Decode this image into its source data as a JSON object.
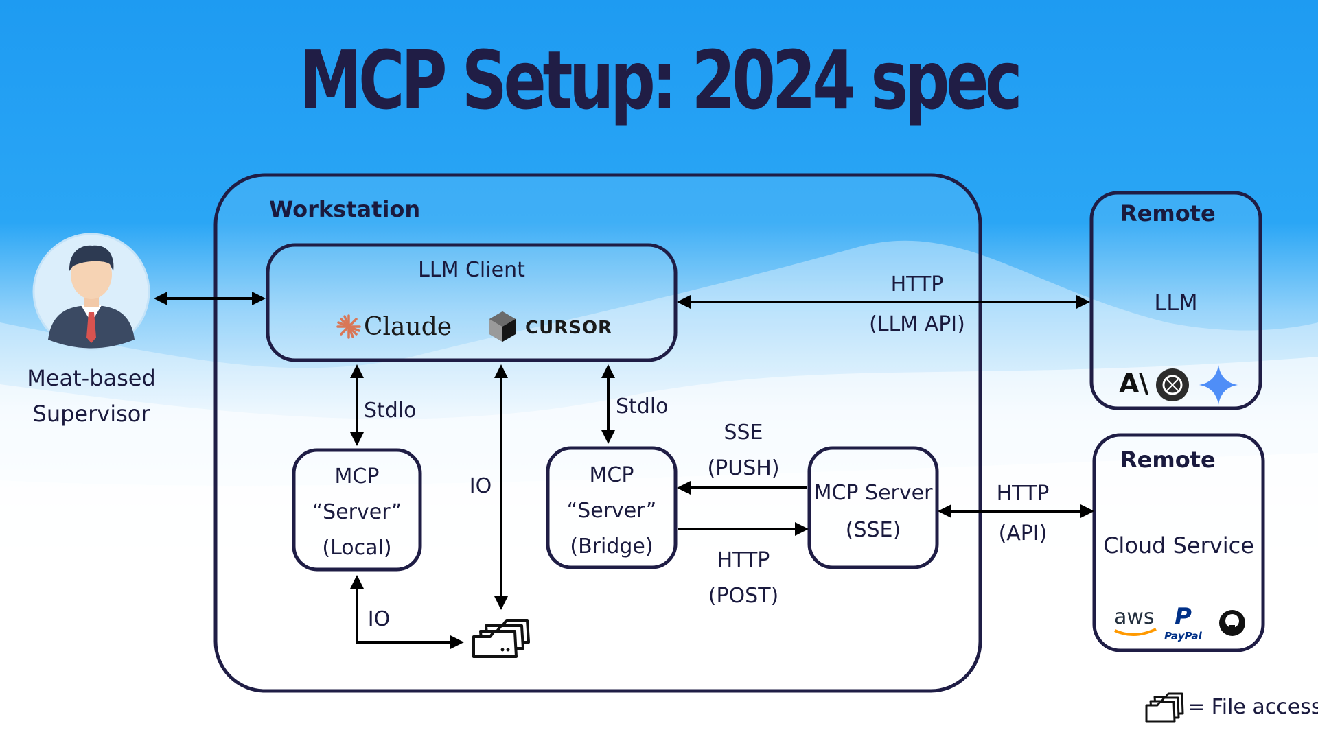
{
  "title": "MCP Setup: 2024 spec",
  "supervisor": {
    "line1": "Meat-based",
    "line2": "Supervisor"
  },
  "workstation": {
    "label": "Workstation",
    "llm_client": {
      "label": "LLM Client",
      "claude": "Claude",
      "cursor": "CURSOR"
    },
    "mcp_local": {
      "line1": "MCP",
      "line2": "“Server”",
      "line3": "(Local)"
    },
    "mcp_bridge": {
      "line1": "MCP",
      "line2": "“Server”",
      "line3": "(Bridge)"
    },
    "mcp_sse": {
      "line1": "MCP Server",
      "line2": "(SSE)"
    },
    "stdio_left": "Stdlo",
    "stdio_right": "Stdlo",
    "io_vertical": "IO",
    "io_bottom": "IO",
    "sse_push": {
      "line1": "SSE",
      "line2": "(PUSH)"
    },
    "http_post": {
      "line1": "HTTP",
      "line2": "(POST)"
    }
  },
  "http_llm_api": {
    "line1": "HTTP",
    "line2": "(LLM API)"
  },
  "http_api": {
    "line1": "HTTP",
    "line2": "(API)"
  },
  "remote_llm": {
    "label": "Remote",
    "content": "LLM",
    "anthropic_logo": "A\\"
  },
  "remote_cloud": {
    "label": "Remote",
    "content": "Cloud Service",
    "aws": "aws",
    "paypal": "PayPal"
  },
  "legend": {
    "text": "= File access"
  },
  "colors": {
    "box_stroke": "#1f1d45",
    "title": "#201d45",
    "claude": "#d97757",
    "sky": "#1e9bf2"
  }
}
